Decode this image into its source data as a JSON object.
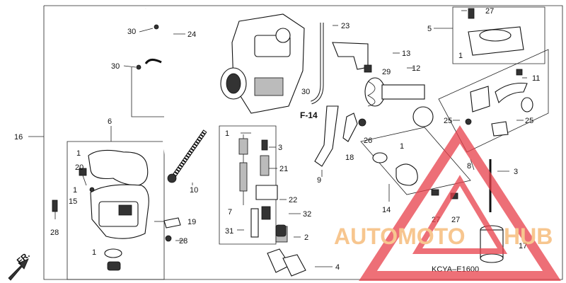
{
  "parts": {
    "p1a": "1",
    "p1b": "1",
    "p1c": "1",
    "p1d": "1",
    "p1e": "1",
    "p1f": "1",
    "p2": "2",
    "p3a": "3",
    "p3b": "3",
    "p4": "4",
    "p5": "5",
    "p6": "6",
    "p7": "7",
    "p8": "8",
    "p9": "9",
    "p10": "10",
    "p11": "11",
    "p12": "12",
    "p13": "13",
    "p14": "14",
    "p15": "15",
    "p16": "16",
    "p17": "17",
    "p18": "18",
    "p19": "19",
    "p20": "20",
    "p21": "21",
    "p22": "22",
    "p23": "23",
    "p24": "24",
    "p25a": "25",
    "p25b": "25",
    "p26": "26",
    "p27a": "27",
    "p27b": "27",
    "p27c": "27",
    "p28a": "28",
    "p28b": "28",
    "p29": "29",
    "p30a": "30",
    "p30b": "30",
    "p30c": "30",
    "p31": "31",
    "p32": "32",
    "f14": "F-14",
    "fr": "FR."
  },
  "code": "KCYA–E1600",
  "watermark": {
    "auto": "AUTOMOTO",
    "hub": "HUB",
    "color_orange": "#f5b36a",
    "color_red": "#e8404a"
  }
}
